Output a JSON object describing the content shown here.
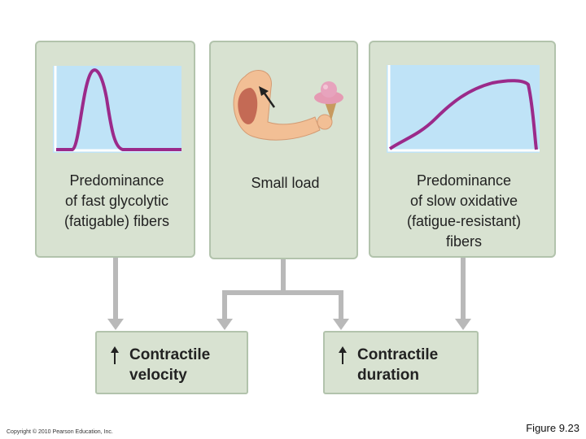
{
  "panels": {
    "fast": {
      "label": "Predominance\nof fast glycolytic\n(fatigable) fibers"
    },
    "load": {
      "label": "Small load"
    },
    "slow": {
      "label": "Predominance\nof slow oxidative\n(fatigue-resistant)\nfibers"
    }
  },
  "effects": {
    "velocity": {
      "label": "Contractile\nvelocity"
    },
    "duration": {
      "label": "Contractile\nduration"
    }
  },
  "footer": {
    "copyright": "Copyright © 2010 Pearson Education, Inc.",
    "figure": "Figure 9.23"
  },
  "colors": {
    "panel_fill": "#d8e2d1",
    "panel_border": "#b2c3ac",
    "graph_bg": "#bfe3f7",
    "curve": "#9b2a8a",
    "connector": "#b9b9b9",
    "skin": "#f2bf95",
    "muscle": "#c46a55"
  }
}
